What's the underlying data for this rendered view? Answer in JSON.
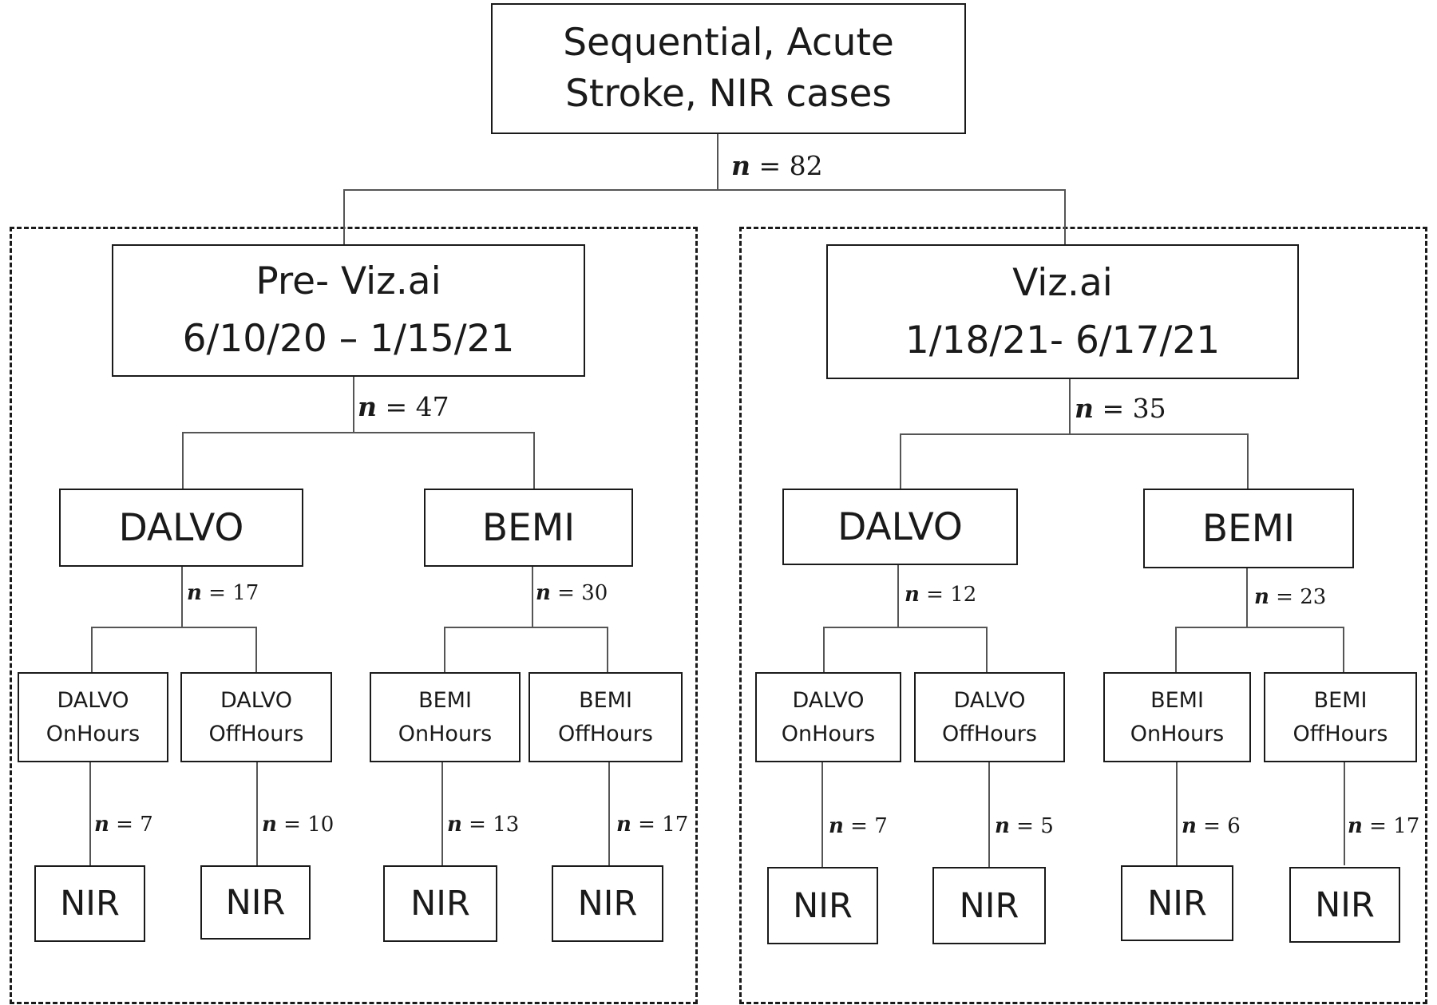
{
  "root": {
    "line1": "Sequential, Acute",
    "line2": "Stroke, NIR cases",
    "n_symbol": "n",
    "n_value": "= 82"
  },
  "pre": {
    "title": "Pre- Viz.ai",
    "dates": "6/10/20 – 1/15/21",
    "n_value": "= 47",
    "dalvo": {
      "label": "DALVO",
      "n_value": "= 17",
      "on": {
        "line1": "DALVO",
        "line2": "OnHours",
        "n_value": "= 7",
        "leaf": "NIR"
      },
      "off": {
        "line1": "DALVO",
        "line2": "OffHours",
        "n_value": "= 10",
        "leaf": "NIR"
      }
    },
    "bemi": {
      "label": "BEMI",
      "n_value": "= 30",
      "on": {
        "line1": "BEMI",
        "line2": "OnHours",
        "n_value": "= 13",
        "leaf": "NIR"
      },
      "off": {
        "line1": "BEMI",
        "line2": "OffHours",
        "n_value": "= 17",
        "leaf": "NIR"
      }
    }
  },
  "viz": {
    "title": "Viz.ai",
    "dates": "1/18/21- 6/17/21",
    "n_value": "= 35",
    "dalvo": {
      "label": "DALVO",
      "n_value": "= 12",
      "on": {
        "line1": "DALVO",
        "line2": "OnHours",
        "n_value": "= 7",
        "leaf": "NIR"
      },
      "off": {
        "line1": "DALVO",
        "line2": "OffHours",
        "n_value": "= 5",
        "leaf": "NIR"
      }
    },
    "bemi": {
      "label": "BEMI",
      "n_value": "= 23",
      "on": {
        "line1": "BEMI",
        "line2": "OnHours",
        "n_value": "= 6",
        "leaf": "NIR"
      },
      "off": {
        "line1": "BEMI",
        "line2": "OffHours",
        "n_value": "= 17",
        "leaf": "NIR"
      }
    }
  }
}
